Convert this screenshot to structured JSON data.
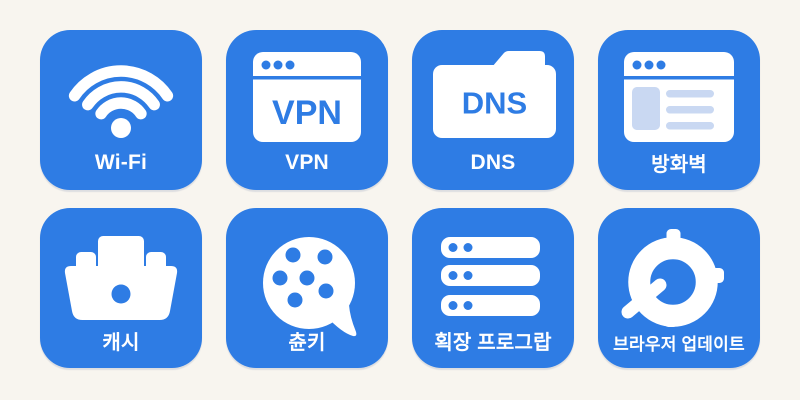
{
  "colors": {
    "background": "#F8F5EF",
    "tile_blue": "#2E7CE4",
    "icon_white": "#FFFFFF",
    "detail_light_blue": "#C9D8F2"
  },
  "grid": {
    "rows": 2,
    "cols": 4
  },
  "tiles": [
    {
      "id": "wifi",
      "label": "Wi-Fi",
      "icon": "wifi-icon"
    },
    {
      "id": "vpn",
      "label": "VPN",
      "icon": "browser-window-vpn-icon",
      "icon_text": "VPN"
    },
    {
      "id": "dns",
      "label": "DNS",
      "icon": "folder-dns-icon",
      "icon_text": "DNS"
    },
    {
      "id": "firewall",
      "label": "방화벽",
      "icon": "browser-window-content-icon"
    },
    {
      "id": "cache",
      "label": "캐시",
      "icon": "archive-box-icon"
    },
    {
      "id": "cookie",
      "label": "츈키",
      "icon": "cookie-bubble-icon"
    },
    {
      "id": "extensions",
      "label": "획장 프로그랍",
      "icon": "server-stack-icon"
    },
    {
      "id": "browser-update",
      "label": "브라우저 업데이트",
      "icon": "update-ring-icon"
    }
  ]
}
